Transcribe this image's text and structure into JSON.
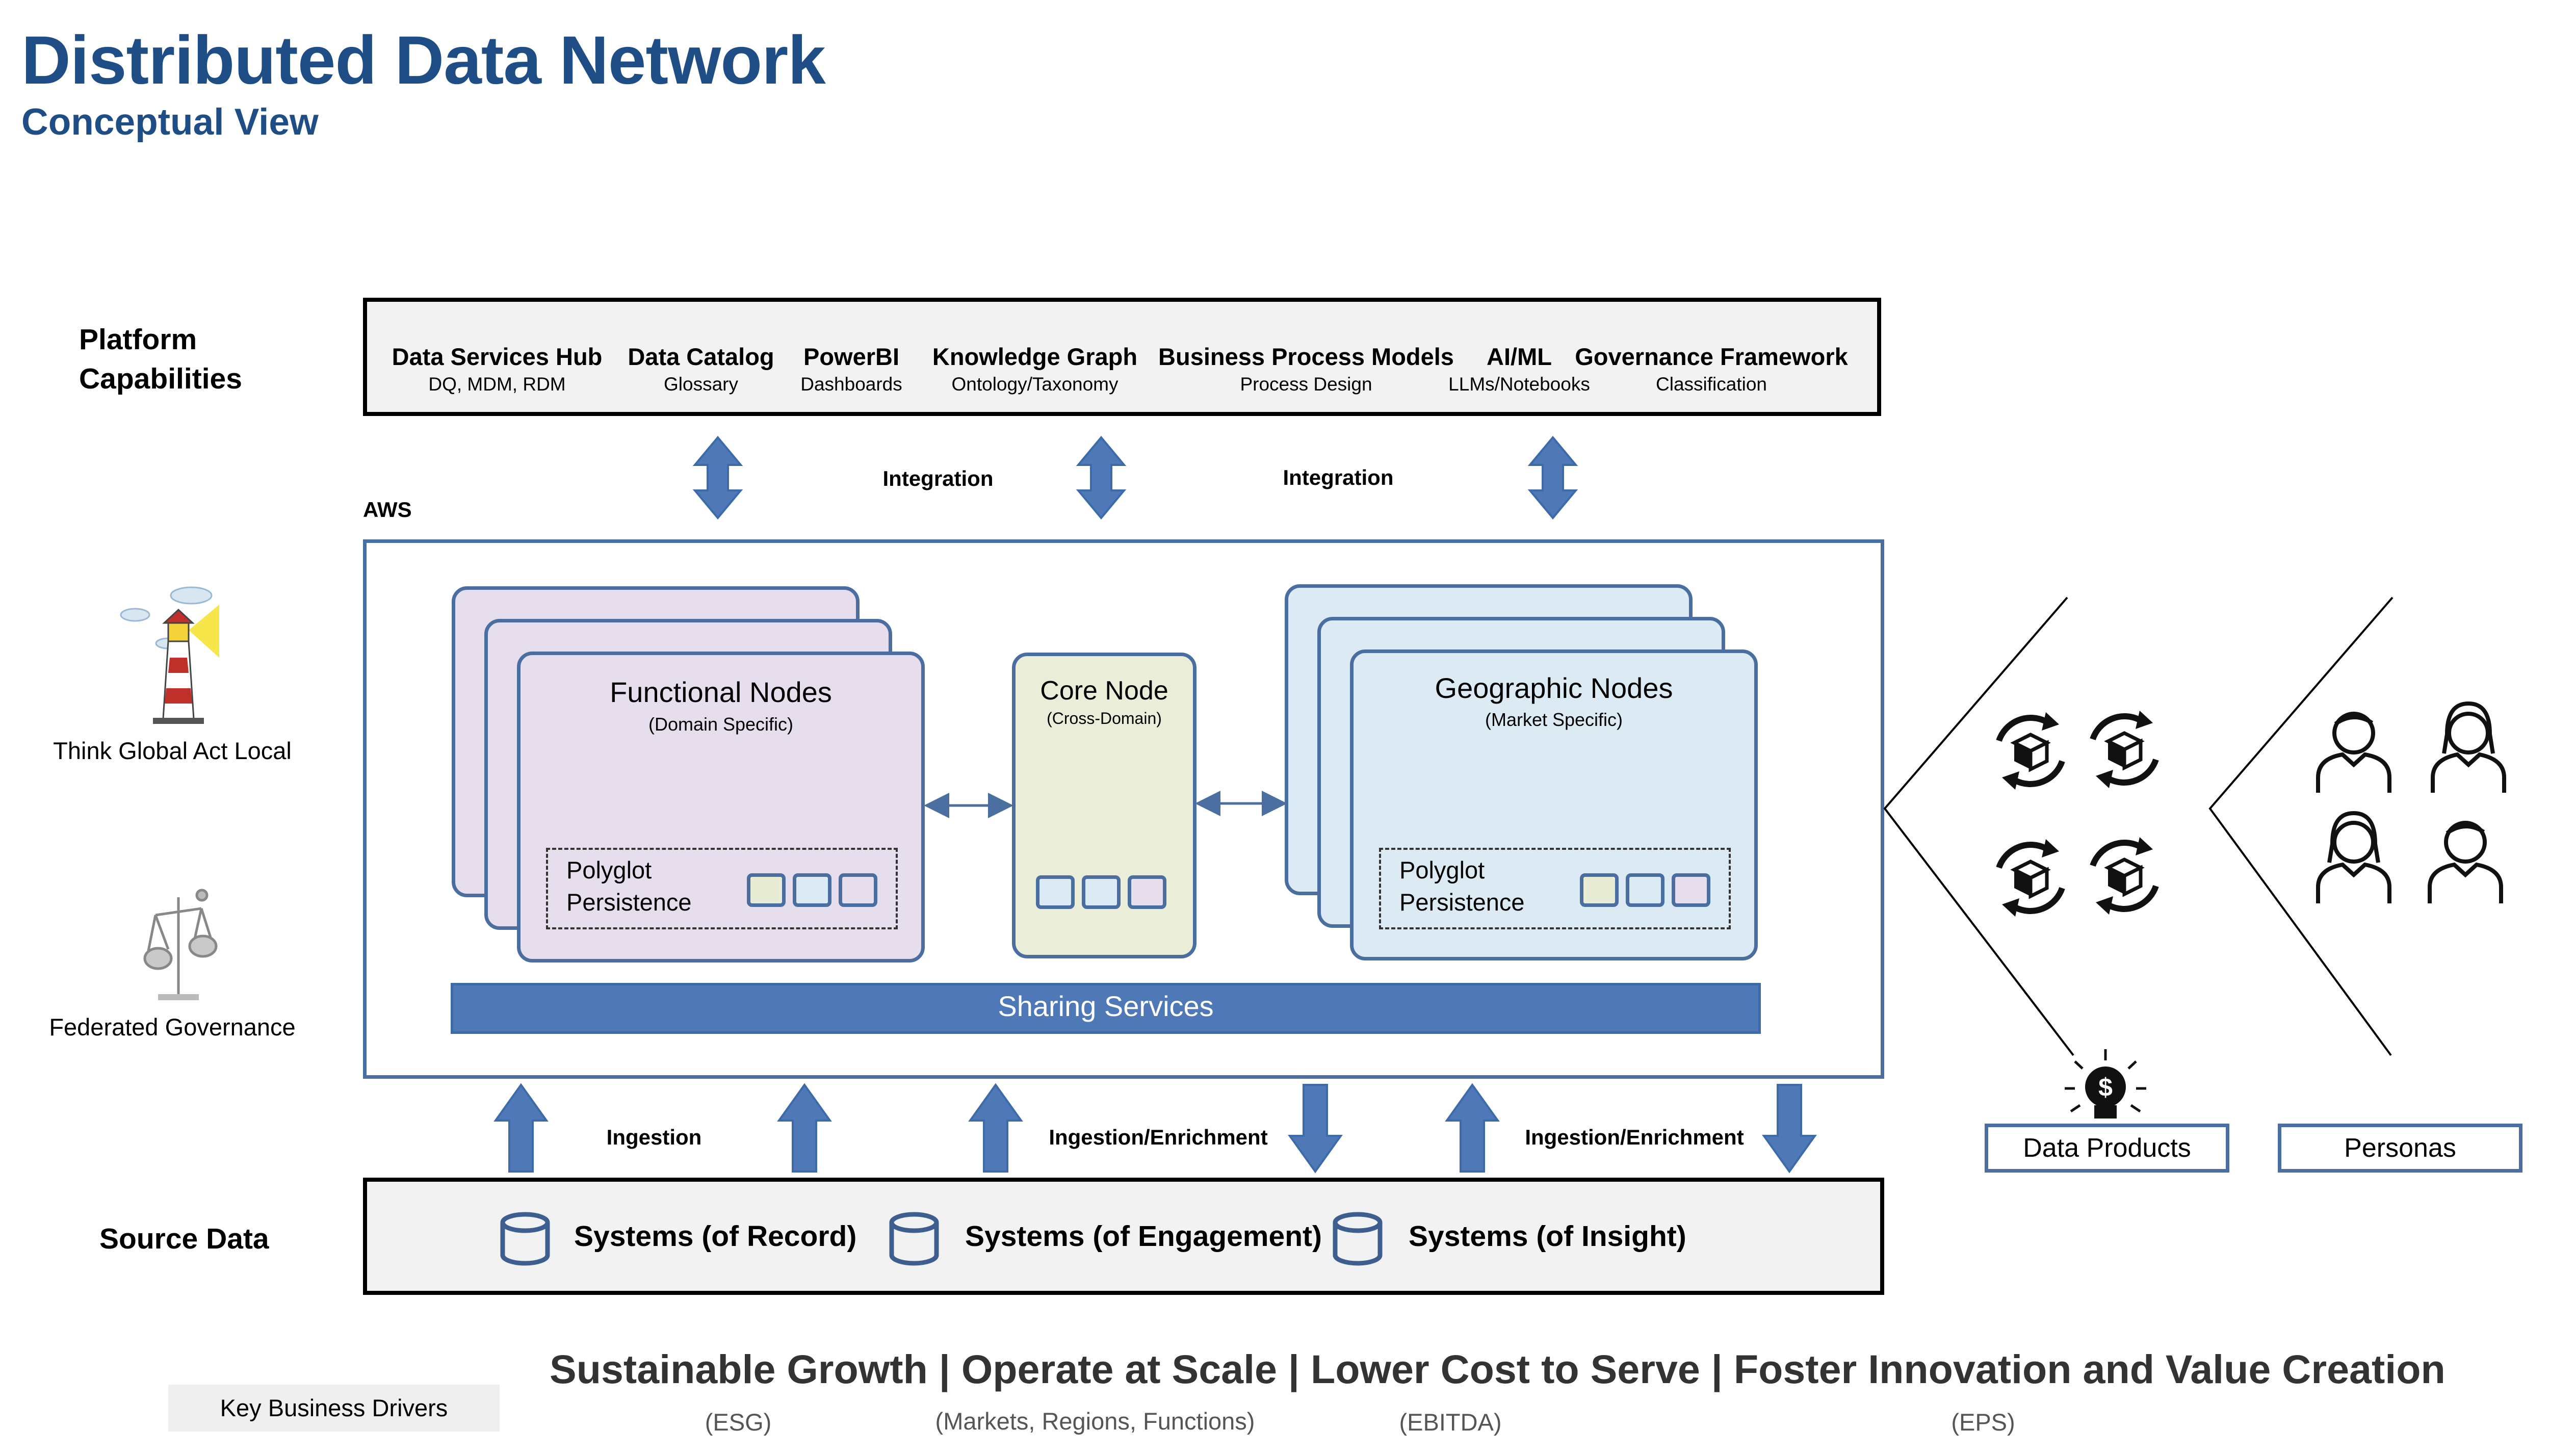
{
  "title": "Distributed Data Network",
  "subtitle": "Conceptual View",
  "rows": {
    "platform_label": "Platform Capabilities",
    "source_label": "Source Data"
  },
  "capabilities": [
    {
      "name": "Data Services Hub",
      "sub": "DQ, MDM, RDM"
    },
    {
      "name": "Data Catalog",
      "sub": "Glossary"
    },
    {
      "name": "PowerBI",
      "sub": "Dashboards"
    },
    {
      "name": "Knowledge Graph",
      "sub": "Ontology/Taxonomy"
    },
    {
      "name": "Business Process Models",
      "sub": "Process Design"
    },
    {
      "name": "AI/ML",
      "sub": "LLMs/Notebooks"
    },
    {
      "name": "Governance Framework",
      "sub": "Classification"
    }
  ],
  "integration_labels": [
    "Integration",
    "Integration"
  ],
  "aws_label": "AWS",
  "functional_nodes": {
    "title": "Functional Nodes",
    "sub": "(Domain Specific)",
    "poly": "Polyglot Persistence"
  },
  "core_node": {
    "title": "Core Node",
    "sub": "(Cross-Domain)"
  },
  "geographic_nodes": {
    "title": "Geographic Nodes",
    "sub": "(Market Specific)",
    "poly": "Polyglot Persistence"
  },
  "sharing_services": "Sharing Services",
  "ingestion_labels": [
    "Ingestion",
    "Ingestion/Enrichment",
    "Ingestion/Enrichment"
  ],
  "source_systems": [
    "Systems (of Record)",
    "Systems (of Engagement)",
    "Systems (of Insight)"
  ],
  "side": {
    "think_global": "Think Global Act Local",
    "federated": "Federated Governance"
  },
  "outputs": {
    "data_products": "Data Products",
    "personas": "Personas"
  },
  "drivers": {
    "line": "Sustainable Growth | Operate at Scale | Lower Cost to Serve | Foster Innovation and Value Creation",
    "notes": [
      "(ESG)",
      "(Markets, Regions, Functions)",
      "(EBITDA)",
      "(EPS)"
    ],
    "key_label": "Key Business Drivers"
  },
  "colors": {
    "title": "#1f4e86",
    "accent_blue": "#4f79b6",
    "border_blue": "#4a6ea0",
    "functional_fill": "#e6deec",
    "core_fill": "#eaeed9",
    "geographic_fill": "#dcebf3",
    "cap_box_fill": "#f2f2f2"
  },
  "icons": [
    "lighthouse-icon",
    "scales-icon",
    "cube-cycle-icon",
    "person-icon",
    "lightbulb-dollar-icon",
    "database-icon"
  ]
}
